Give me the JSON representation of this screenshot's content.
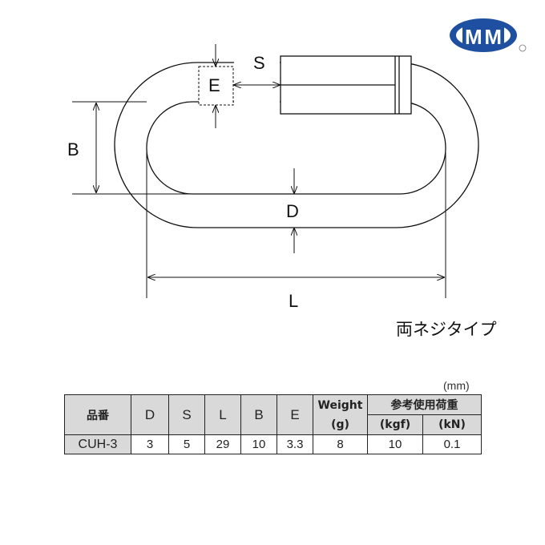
{
  "logo": {
    "text": "MM",
    "registered": "®",
    "color": "#1f4fa0"
  },
  "diagram": {
    "labels": {
      "E": "E",
      "S": "S",
      "B": "B",
      "D": "D",
      "L": "L"
    },
    "type_label": "両ネジタイプ"
  },
  "table": {
    "unit": "(mm)",
    "headers": {
      "part": "品番",
      "D": "D",
      "S": "S",
      "L": "L",
      "B": "B",
      "E": "E",
      "weight": "Weight",
      "weight_unit": "(g)",
      "load": "参考使用荷重",
      "kgf": "(kgf)",
      "kn": "(kN)"
    },
    "rows": [
      {
        "part": "CUH-3",
        "D": "3",
        "S": "5",
        "L": "29",
        "B": "10",
        "E": "3.3",
        "weight": "8",
        "kgf": "10",
        "kn": "0.1"
      }
    ]
  }
}
